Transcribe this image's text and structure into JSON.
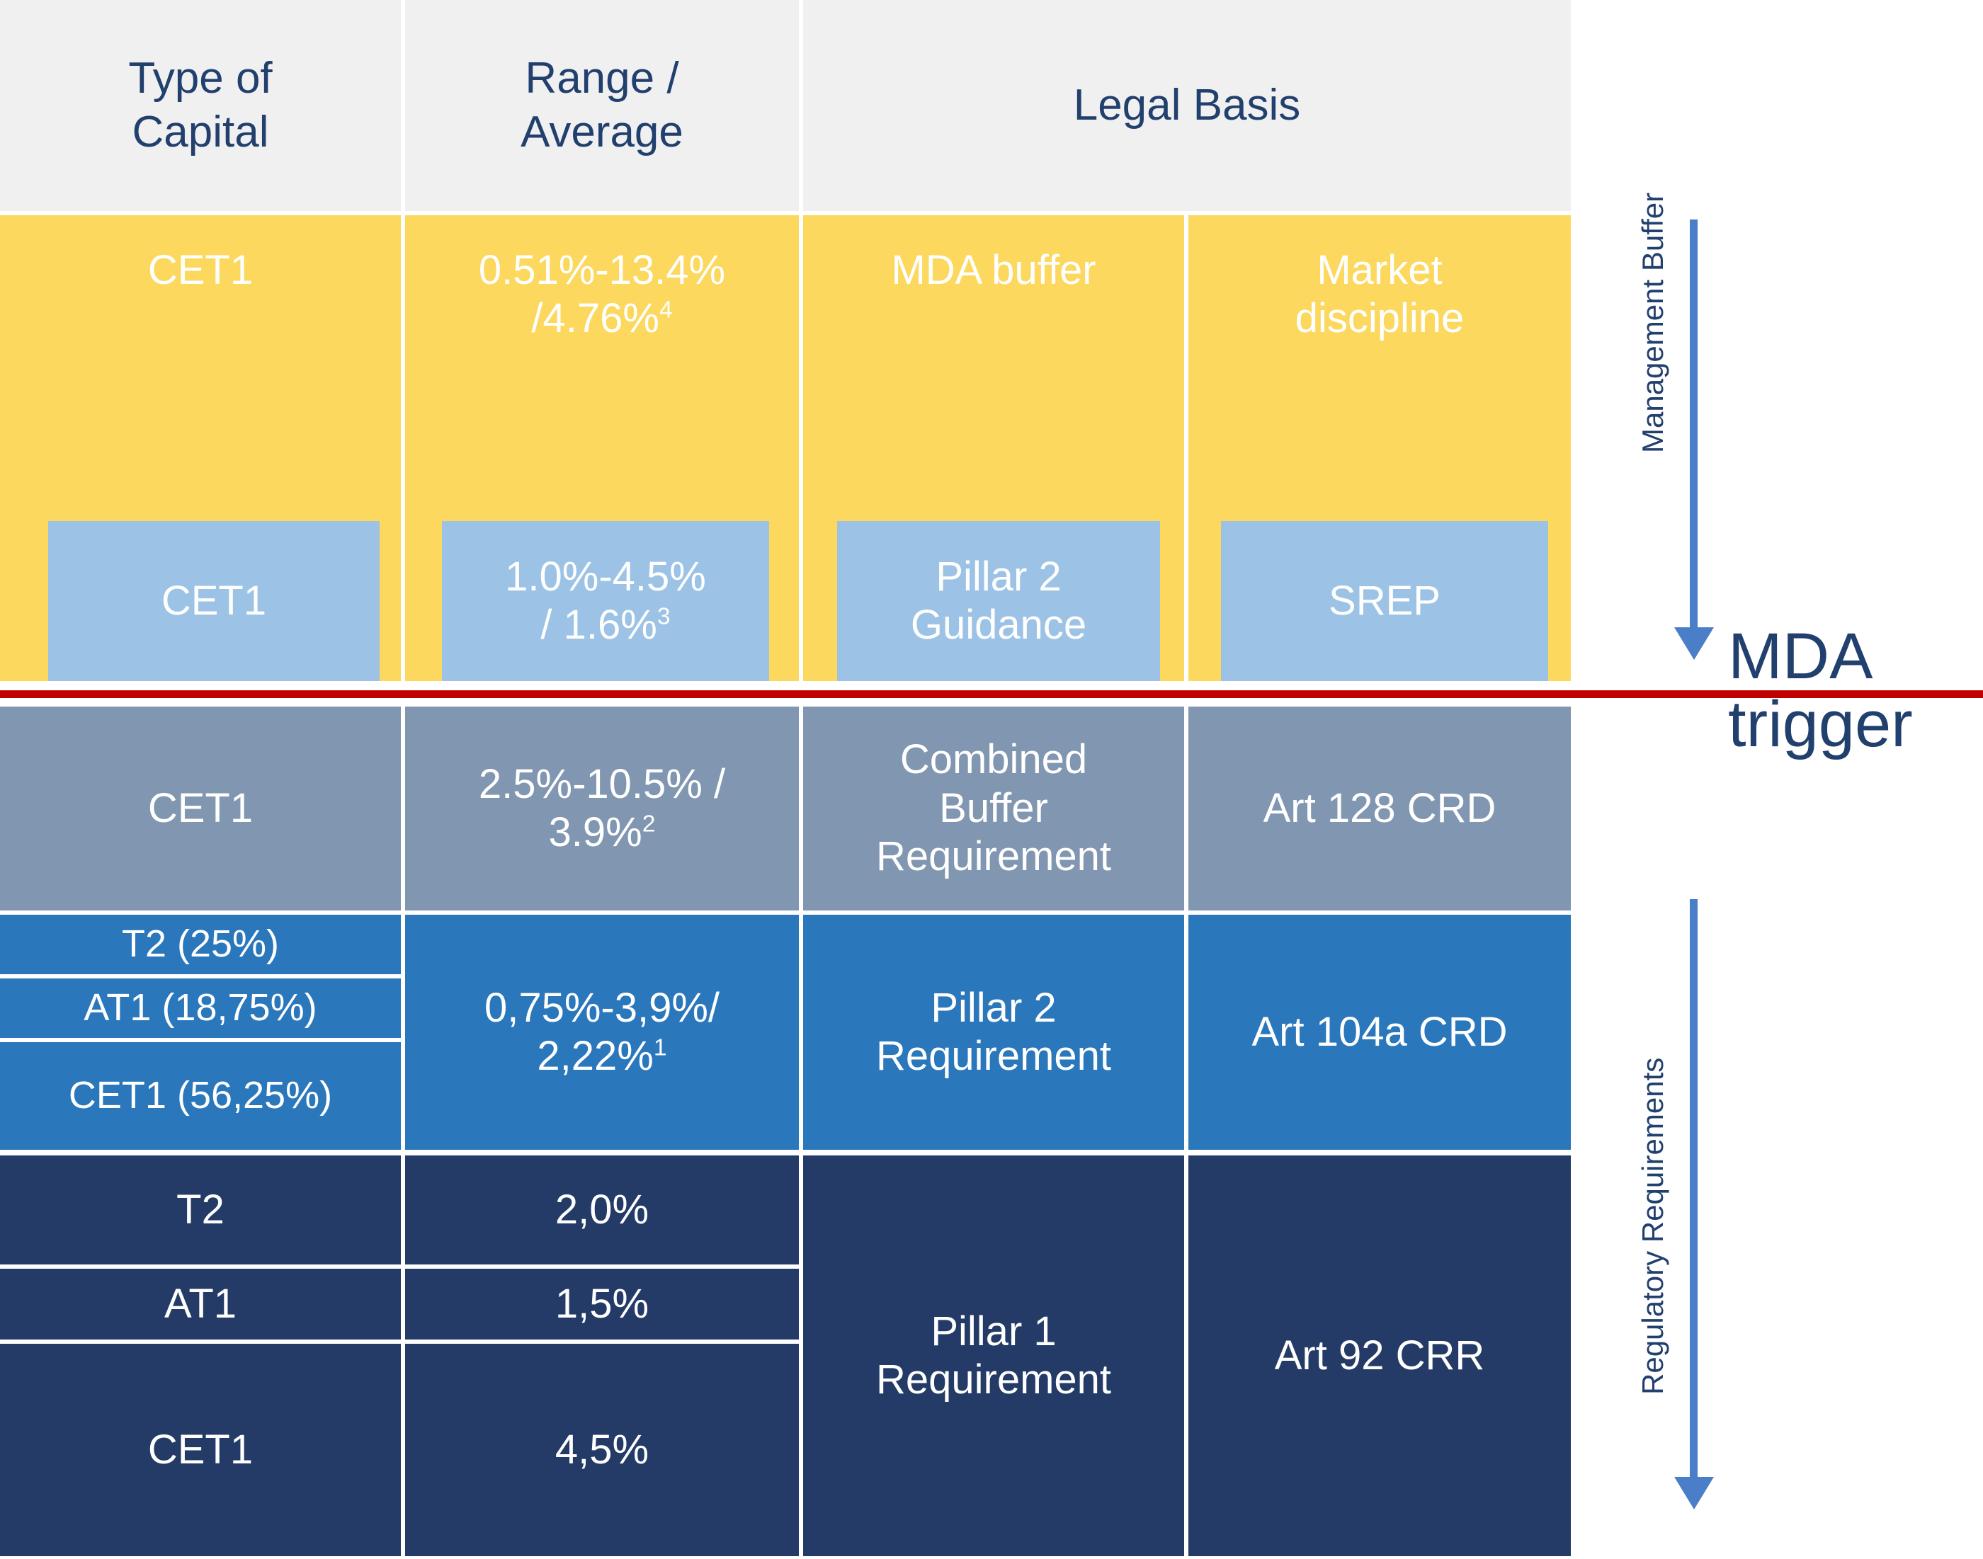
{
  "table": {
    "headers": [
      {
        "label": "Type of\nCapital"
      },
      {
        "label": "Range /\nAverage"
      },
      {
        "label": "Legal Basis"
      }
    ],
    "rows": {
      "management_buffer_cet1": {
        "type_of_capital": "CET1",
        "range_average": "0.51%-13.4%\n/4.76%",
        "range_average_superscript": "4",
        "legal_basis_1": "MDA buffer",
        "legal_basis_2": "Market\ndiscipline"
      },
      "p2g_cet1": {
        "type_of_capital": "CET1",
        "range_average": "1.0%-4.5%\n/ 1.6%",
        "range_average_superscript": "3",
        "legal_basis_1": "Pillar 2\nGuidance",
        "legal_basis_2": "SREP"
      },
      "combined_buffer_cet1": {
        "type_of_capital": "CET1",
        "range_average": "2.5%-10.5% /\n3.9%",
        "range_average_superscript": "2",
        "legal_basis_1": "Combined\nBuffer\nRequirement",
        "legal_basis_2": "Art 128 CRD"
      },
      "pillar2_requirement": {
        "capital_tiers": [
          "T2 (25%)",
          "AT1 (18,75%)",
          "CET1 (56,25%)"
        ],
        "range_average": "0,75%-3,9%/\n2,22%",
        "range_average_superscript": "1",
        "legal_basis_1": "Pillar 2\nRequirement",
        "legal_basis_2": "Art 104a CRD"
      },
      "pillar1_requirement": {
        "capital_tiers": [
          "T2",
          "AT1",
          "CET1"
        ],
        "values": [
          "2,0%",
          "1,5%",
          "4,5%"
        ],
        "legal_basis_1": "Pillar 1\nRequirement",
        "legal_basis_2": "Art 92 CRR"
      }
    }
  },
  "annotations": {
    "management_buffer_label": "Management Buffer",
    "regulatory_requirements_label": "Regulatory Requirements",
    "mda_trigger_label": "MDA\ntrigger"
  },
  "colors": {
    "yellow": "#fcd85f",
    "light_blue": "#9cc3e5",
    "gray_blue": "#8196b0",
    "blue": "#2a77bc",
    "navy": "#233b66",
    "header_bg": "#f0f0f0",
    "header_text": "#22406e",
    "mda_line": "#c00000",
    "arrow": "#4a7ec8"
  }
}
